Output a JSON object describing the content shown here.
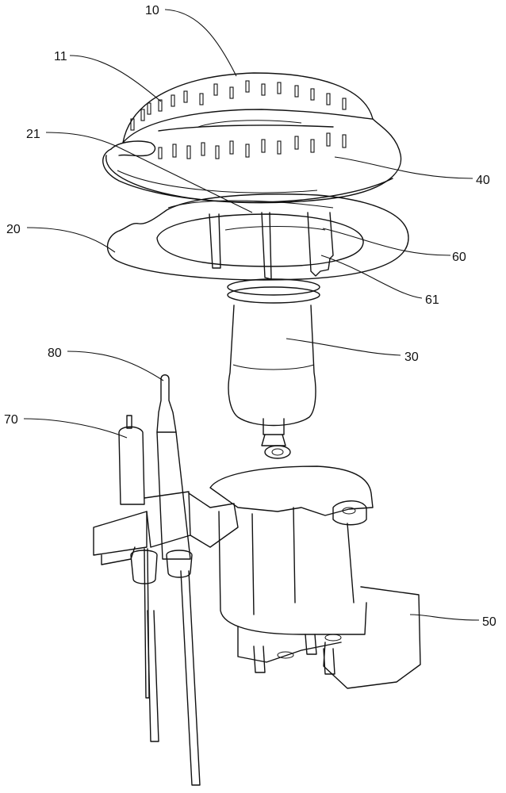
{
  "figure": {
    "labels": [
      {
        "id": "10",
        "text": "10"
      },
      {
        "id": "11",
        "text": "11"
      },
      {
        "id": "21",
        "text": "21"
      },
      {
        "id": "40",
        "text": "40"
      },
      {
        "id": "20",
        "text": "20"
      },
      {
        "id": "60",
        "text": "60"
      },
      {
        "id": "61",
        "text": "61"
      },
      {
        "id": "30",
        "text": "30"
      },
      {
        "id": "80",
        "text": "80"
      },
      {
        "id": "70",
        "text": "70"
      },
      {
        "id": "50",
        "text": "50"
      }
    ],
    "line_color": "#111111",
    "background": "#ffffff"
  }
}
